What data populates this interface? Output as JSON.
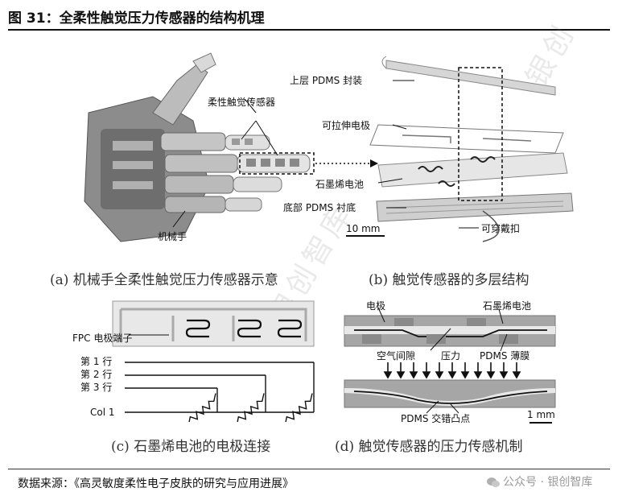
{
  "figure": {
    "title": "图 31：全柔性触觉压力传感器的结构机理",
    "source": "数据来源：《高灵敏度柔性电子皮肤的研究与应用进展》",
    "watermark": "公众号 · 银创智库",
    "diagonal_watermark_1": "银创",
    "diagonal_watermark_2": "银创智库"
  },
  "panel_a": {
    "label_sensor": "柔性触觉传感器",
    "label_hand": "机械手",
    "caption": "(a) 机械手全柔性触觉压力传感器示意"
  },
  "panel_b": {
    "label_top": "上层 PDMS 封装",
    "label_electrode": "可拉伸电极",
    "label_graphene": "石墨烯电池",
    "label_bottom": "底部 PDMS 衬底",
    "label_wearable": "可穿戴扣",
    "scale": "10 mm",
    "caption": "(b) 触觉传感器的多层结构"
  },
  "panel_c": {
    "label_fpc": "FPC 电极端子",
    "row1": "第 1 行",
    "row2": "第 2 行",
    "row3": "第 3 行",
    "col1": "Col 1",
    "caption": "(c) 石墨烯电池的电极连接"
  },
  "panel_d": {
    "label_electrode": "电极",
    "label_graphene": "石墨烯电池",
    "label_airgap": "空气间隙",
    "label_pressure": "压力",
    "label_film": "PDMS 薄膜",
    "label_bumps": "PDMS 交错凸点",
    "scale": "1 mm",
    "caption": "(d) 触觉传感器的压力传感机制"
  }
}
